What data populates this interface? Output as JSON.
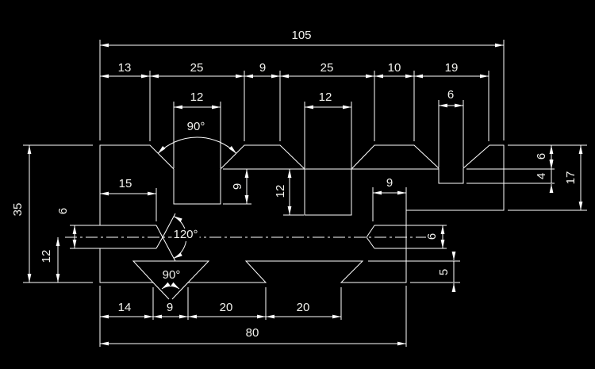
{
  "drawing": {
    "colors": {
      "background": "#000000",
      "line": "#ffffff",
      "text": "#f2f2ee"
    },
    "dim_labels": {
      "total_width": "105",
      "top_13": "13",
      "top_25_left": "25",
      "top_9": "9",
      "top_25_right": "25",
      "top_10": "10",
      "top_19": "19",
      "slot_left_width": "12",
      "slot_mid_width": "12",
      "slot_small_width": "6",
      "angle_slot_left": "90°",
      "slot_left_depth": "9",
      "slot_mid_depth": "12",
      "right_step_upper": "6",
      "right_step_lower": "4",
      "right_height": "17",
      "keyway_right_length": "9",
      "keyway_right_height": "6",
      "notch_depth_right": "5",
      "left_height": "35",
      "left_lower": "12",
      "keyway_left_height": "6",
      "keyway_left_length": "15",
      "angle_keyway": "120°",
      "angle_dovetail": "90°",
      "bottom_14": "14",
      "bottom_9": "9",
      "bottom_20_left": "20",
      "bottom_20_right": "20",
      "bottom_width": "80"
    }
  }
}
